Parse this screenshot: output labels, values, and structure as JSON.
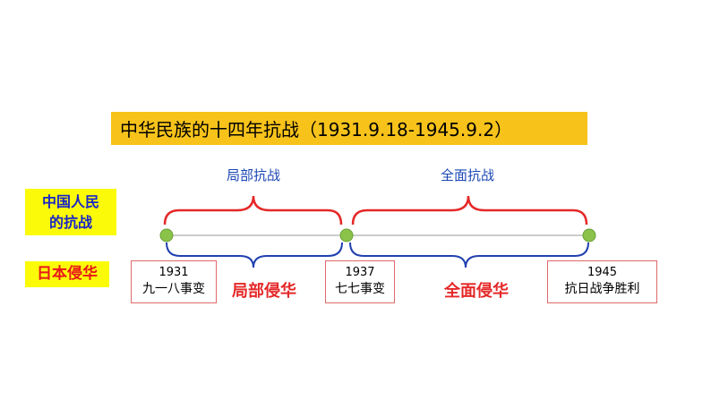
{
  "title": "中华民族的十四年抗战（1931.9.18-1945.9.2）",
  "side_labels": {
    "people": [
      "中国人民",
      "的抗战"
    ],
    "japan": "日本侵华"
  },
  "phases_resistance": [
    "局部抗战",
    "全面抗战"
  ],
  "phases_invasion": [
    "局部侵华",
    "全面侵华"
  ],
  "events": [
    {
      "year": "1931",
      "name": "九一八事变"
    },
    {
      "year": "1937",
      "name": "七七事变"
    },
    {
      "year": "1945",
      "name": "抗日战争胜利"
    }
  ],
  "colors": {
    "title_bg": "#f7c31b",
    "label_bg": "#fbfb09",
    "brace_red": "#e52828",
    "brace_blue": "#2040b0",
    "node_green": "#8bc34a"
  }
}
